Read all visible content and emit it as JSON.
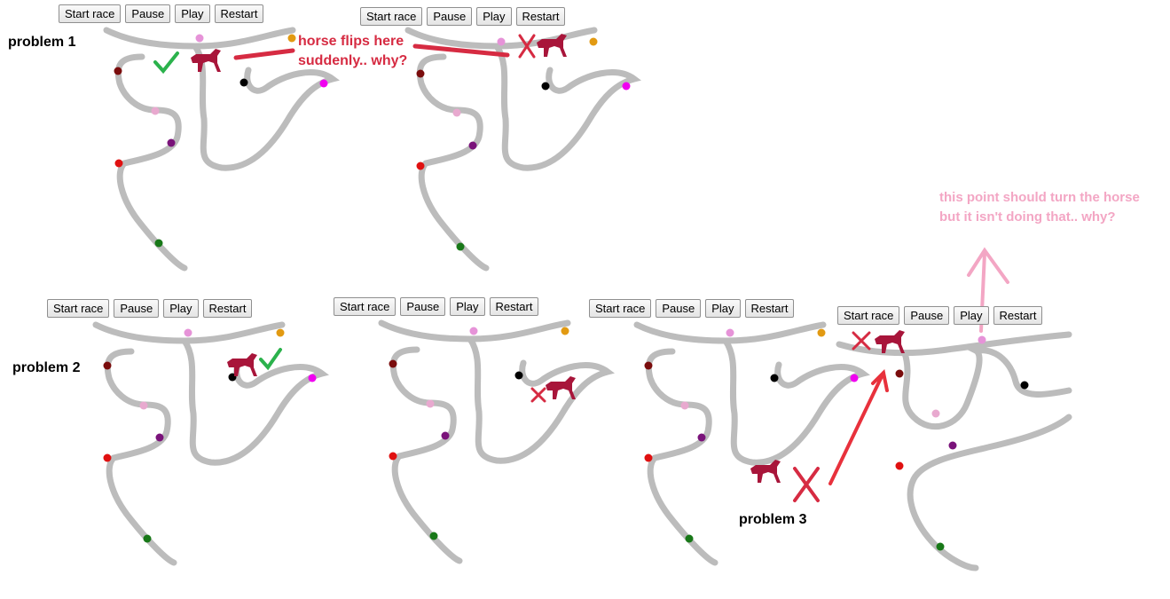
{
  "buttons": {
    "start_race": "Start race",
    "pause": "Pause",
    "play": "Play",
    "restart": "Restart"
  },
  "labels": {
    "problem1": "problem 1",
    "problem2": "problem 2",
    "problem3": "problem 3"
  },
  "annotations": {
    "flip_note": "horse flips here\nsuddenly.. why?",
    "turn_note": "this point should turn the horse\nbut it isn't doing that.. why?"
  },
  "colors": {
    "track": "#bcbcbc",
    "horse": "#a8153a",
    "red_annotation": "#d62b42",
    "pink_annotation": "#f3a6c4",
    "checkmark": "#2bb24c"
  },
  "waypoint_colors": [
    "#7a0c0c",
    "#e8a9cf",
    "#7a137a",
    "#e01010",
    "#187818",
    "#000000",
    "#f000f0",
    "#e29a12",
    "#e693d8"
  ]
}
